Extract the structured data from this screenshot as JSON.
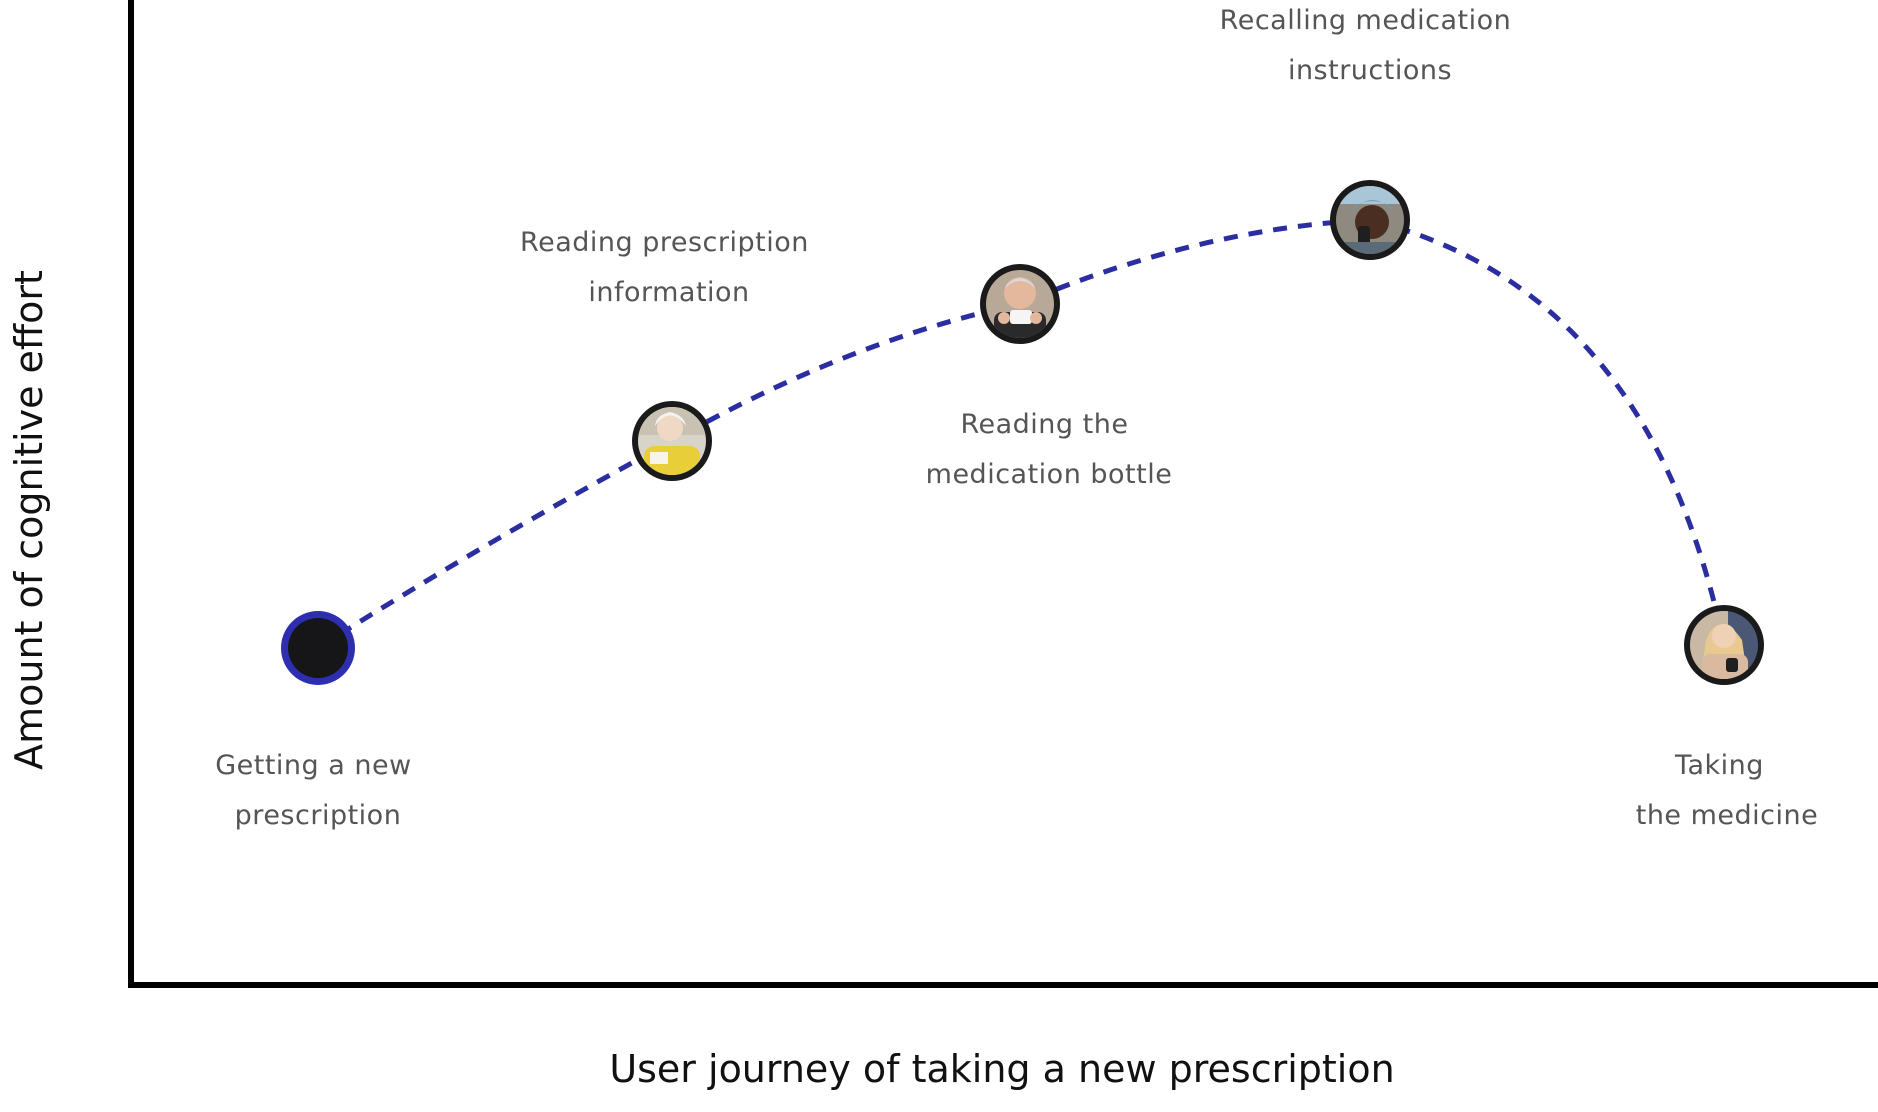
{
  "diagram": {
    "x_axis_title": "User journey of taking a new prescription",
    "y_axis_title": "Amount of cognitive effort",
    "colors": {
      "curve": "#2b2ea0",
      "node_ring": "#1a1a1a",
      "start_ring": "#2d2fb0",
      "start_fill": "#161618",
      "axis": "#000000",
      "label": "#555555"
    },
    "steps": [
      {
        "id": "getting-new-prescription",
        "lines": [
          "Getting a new",
          "prescription"
        ],
        "effort": "low",
        "icon": "start-dot-icon"
      },
      {
        "id": "reading-prescription-information",
        "lines": [
          "Reading prescription",
          "information"
        ],
        "effort": "medium",
        "icon": "person-reading-paper-icon"
      },
      {
        "id": "reading-medication-bottle",
        "lines": [
          "Reading the",
          "medication bottle"
        ],
        "effort": "high",
        "icon": "person-holding-bottle-icon"
      },
      {
        "id": "recalling-medication-instructions",
        "lines": [
          "Recalling medication",
          "instructions"
        ],
        "effort": "highest",
        "icon": "person-on-phone-icon"
      },
      {
        "id": "taking-medicine",
        "lines": [
          "Taking",
          "the medicine"
        ],
        "effort": "low",
        "icon": "person-taking-pill-icon"
      }
    ]
  }
}
